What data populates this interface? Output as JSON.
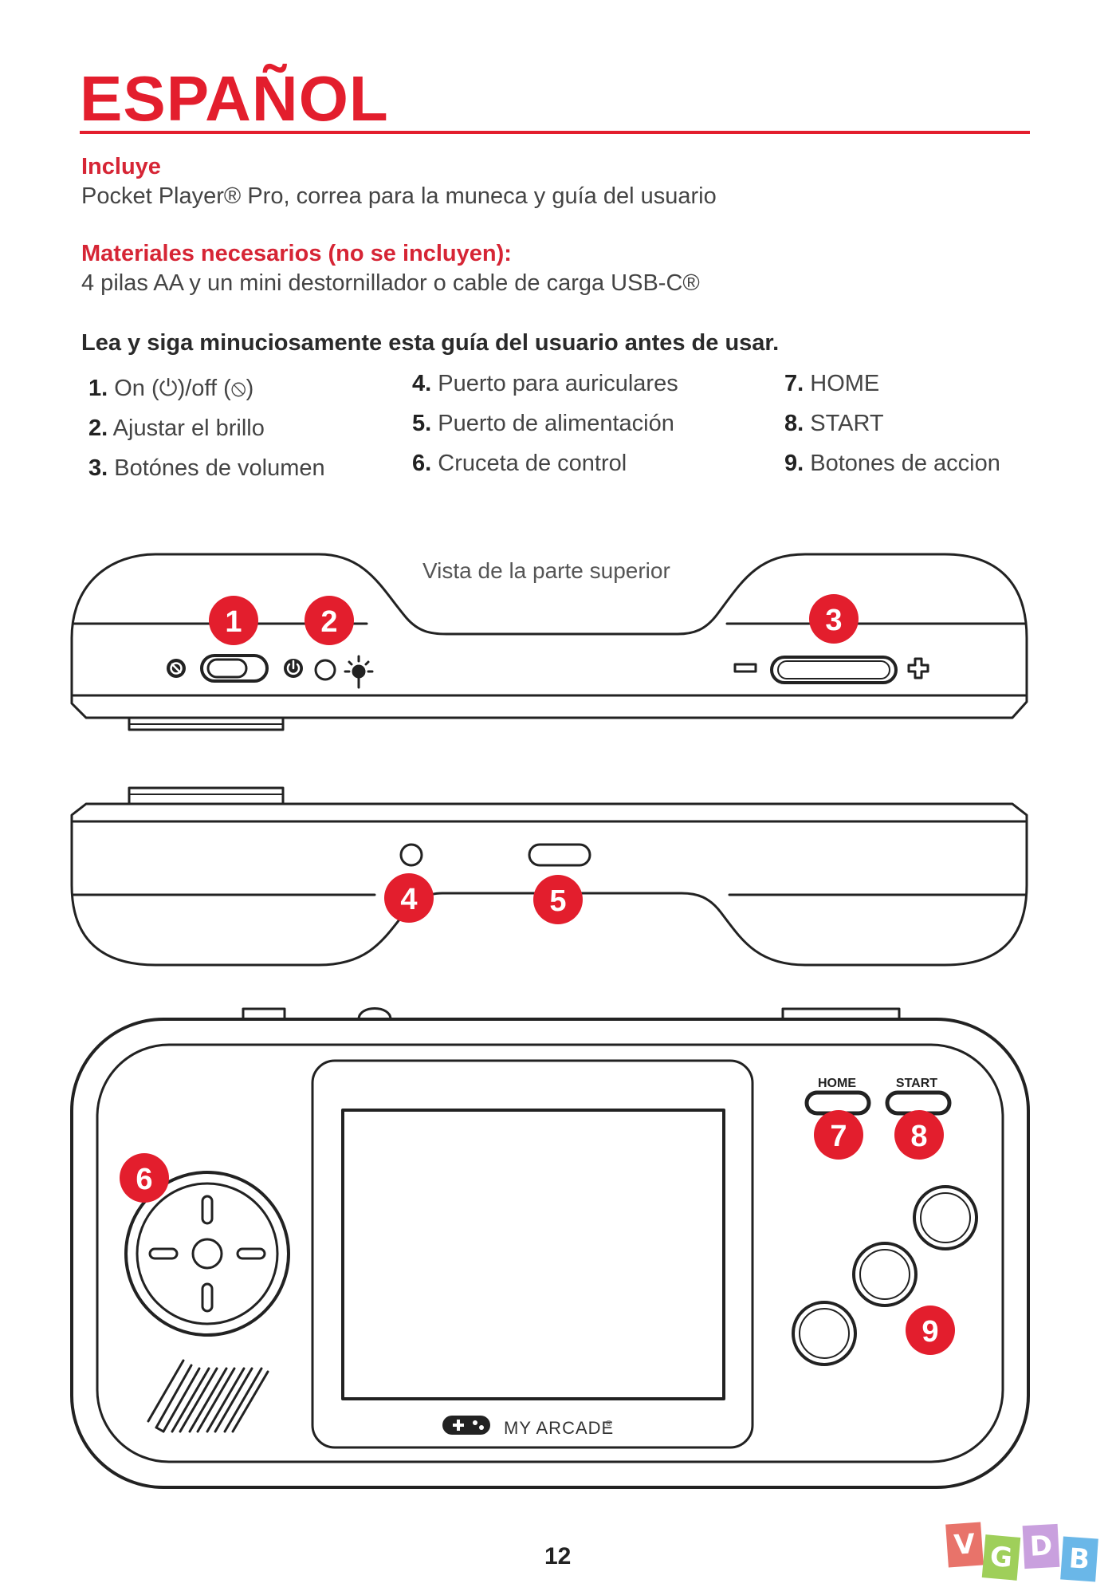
{
  "header": {
    "title": "ESPAÑOL"
  },
  "includes": {
    "heading": "Incluye",
    "text": "Pocket Player® Pro, correa para la muneca y guía del usuario"
  },
  "materials": {
    "heading": "Materiales necesarios (no se incluyen):",
    "text": "4 pilas AA y un mini destornillador o cable de carga USB-C®"
  },
  "instruction": "Lea y siga minuciosamente esta guía del usuario antes de usar.",
  "parts": [
    {
      "num": "1.",
      "label": "On (⏻)/off (⦸)"
    },
    {
      "num": "2.",
      "label": "Ajustar el brillo"
    },
    {
      "num": "3.",
      "label": "Botónes de volumen"
    },
    {
      "num": "4.",
      "label": "Puerto para auriculares"
    },
    {
      "num": "5.",
      "label": "Puerto de alimentación"
    },
    {
      "num": "6.",
      "label": "Cruceta de control"
    },
    {
      "num": "7.",
      "label": "HOME"
    },
    {
      "num": "8.",
      "label": "START"
    },
    {
      "num": "9.",
      "label": "Botones de accion"
    }
  ],
  "diagram": {
    "top_view_label": "Vista de la parte superior",
    "callouts": [
      "1",
      "2",
      "3",
      "4",
      "5",
      "6",
      "7",
      "8",
      "9"
    ],
    "volume_minus": "−",
    "volume_plus": "+",
    "home_label": "HOME",
    "start_label": "START",
    "brand": "MY ARCADE",
    "brand_mark": "®",
    "icons": [
      "off-icon",
      "power-icon",
      "brightness-icon",
      "gamepad-logo-icon"
    ],
    "accent_color": "#e31e2d"
  },
  "footer": {
    "page_number": "12"
  },
  "watermark": {
    "letters": [
      "V",
      "G",
      "D",
      "B"
    ],
    "colors": [
      "#e8736a",
      "#9fcf5a",
      "#c9a0de",
      "#6ab7e8"
    ]
  }
}
